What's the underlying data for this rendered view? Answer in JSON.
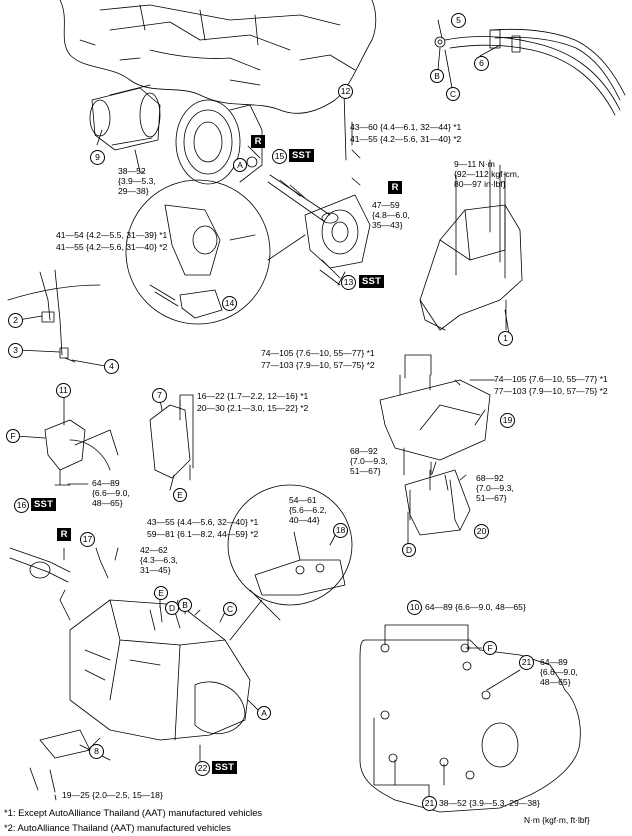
{
  "callout_numbers": {
    "n5": "5",
    "n6": "6",
    "n9": "9",
    "n12": "12",
    "n15": "15",
    "n13": "13",
    "n14": "14",
    "n2": "2",
    "n3": "3",
    "n4": "4",
    "n1": "1",
    "n11": "11",
    "n7": "7",
    "n19": "19",
    "n20": "20",
    "n16": "16",
    "n17": "17",
    "n18": "18",
    "n8": "8",
    "n22": "22",
    "n10": "10",
    "n21a": "21",
    "n21b": "21"
  },
  "callout_letters": {
    "b_top": "B",
    "c_top": "C",
    "a_mid": "A",
    "f_left": "F",
    "e_left": "E",
    "d_mid": "D",
    "e_trans": "E",
    "d_trans": "D",
    "b_trans": "B",
    "c_trans": "C",
    "a_trans": "A",
    "f_cover": "F"
  },
  "tags": {
    "sst": "SST",
    "r": "R"
  },
  "torque": {
    "t9_a": "38—52",
    "t9_b": "{3.9—5.3,",
    "t9_c": "29—38}",
    "t12_a": "43—60 {4.4—6.1, 32—44} *1",
    "t12_b": "41—55 {4.2—5.6, 31—40} *2",
    "t_knuckle_a": "41—54 {4.2—5.5, 31—39} *1",
    "t_knuckle_b": "41—55 {4.2—5.6, 31—40} *2",
    "t_r_a": "47—59",
    "t_r_b": "{4.8—6.0,",
    "t_r_c": "35—43}",
    "t1_a": "9—11 N·m",
    "t1_b": "{92—112 kgf·cm,",
    "t1_c": "80—97 in·lbf}",
    "t19l_a": "74—105 {7.6—10, 55—77} *1",
    "t19l_b": "77—103 {7.9—10, 57—75} *2",
    "t19r_a": "74—105 {7.6—10, 55—77} *1",
    "t19r_b": "77—103 {7.9—10, 57—75} *2",
    "t7_a": "16—22 {1.7—2.2, 12—16} *1",
    "t7_b": "20—30 {2.1—3.0, 15—22} *2",
    "t11_a": "64—89",
    "t11_b": "{6.6—9.0,",
    "t11_c": "48—65}",
    "t20l_a": "68—92",
    "t20l_b": "{7.0—9.3,",
    "t20l_c": "51—67}",
    "t20r_a": "68—92",
    "t20r_b": "{7.0—9.3,",
    "t20r_c": "51—67}",
    "t18_a": "54—61",
    "t18_b": "{5.6—6.2,",
    "t18_c": "40—44}",
    "t18l_a": "43—55 {4.4—5.6, 32—40} *1",
    "t18l_b": "59—81 {6.1—8.2, 44—59} *2",
    "t17_a": "42—62",
    "t17_b": "{4.3—6.3,",
    "t17_c": "31—45}",
    "t10": "64—89 {6.6—9.0, 48—65}",
    "t21_a": "64—89",
    "t21_b": "{6.6—9.0,",
    "t21_c": "48—65}",
    "t21_bottom": "38—52 {3.9—5.3, 29—38}",
    "t8": "19—25 {2.0—2.5, 15—18}"
  },
  "units": "N·m {kgf·m, ft·lbf}",
  "footnotes": {
    "f1": "*1: Except AutoAlliance Thailand (AAT) manufactured vehicles",
    "f2": "*2: AutoAlliance Thailand (AAT) manufactured vehicles"
  }
}
